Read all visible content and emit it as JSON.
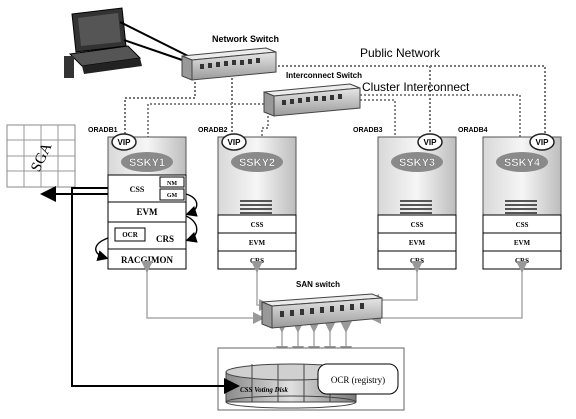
{
  "labels": {
    "network_switch": "Network Switch",
    "public_network": "Public Network",
    "interconnect_switch": "Interconnect Switch",
    "cluster_interconnect": "Cluster Interconnect",
    "san_switch": "SAN switch",
    "sga": "SGA"
  },
  "nodes": [
    {
      "oradb": "ORADB1",
      "vip": "VIP",
      "host": "SSKY1"
    },
    {
      "oradb": "ORADB2",
      "vip": "VIP",
      "host": "SSKY2",
      "css": "CSS",
      "evm": "EVM",
      "crs": "CRS"
    },
    {
      "oradb": "ORADB3",
      "vip": "VIP",
      "host": "SSKY3",
      "css": "CSS",
      "evm": "EVM",
      "crs": "CRS"
    },
    {
      "oradb": "ORADB4",
      "vip": "VIP",
      "host": "SSKY4",
      "css": "CSS",
      "evm": "EVM",
      "crs": "CRS"
    }
  ],
  "node1_stack": {
    "css": "CSS",
    "nm": "NM",
    "gm": "GM",
    "evm": "EVM",
    "ocr": "OCR",
    "crs": "CRS",
    "racgimon": "RACGIMON"
  },
  "storage": {
    "voting": "CSS Voting Disk",
    "ocr": "OCR (registry)"
  }
}
